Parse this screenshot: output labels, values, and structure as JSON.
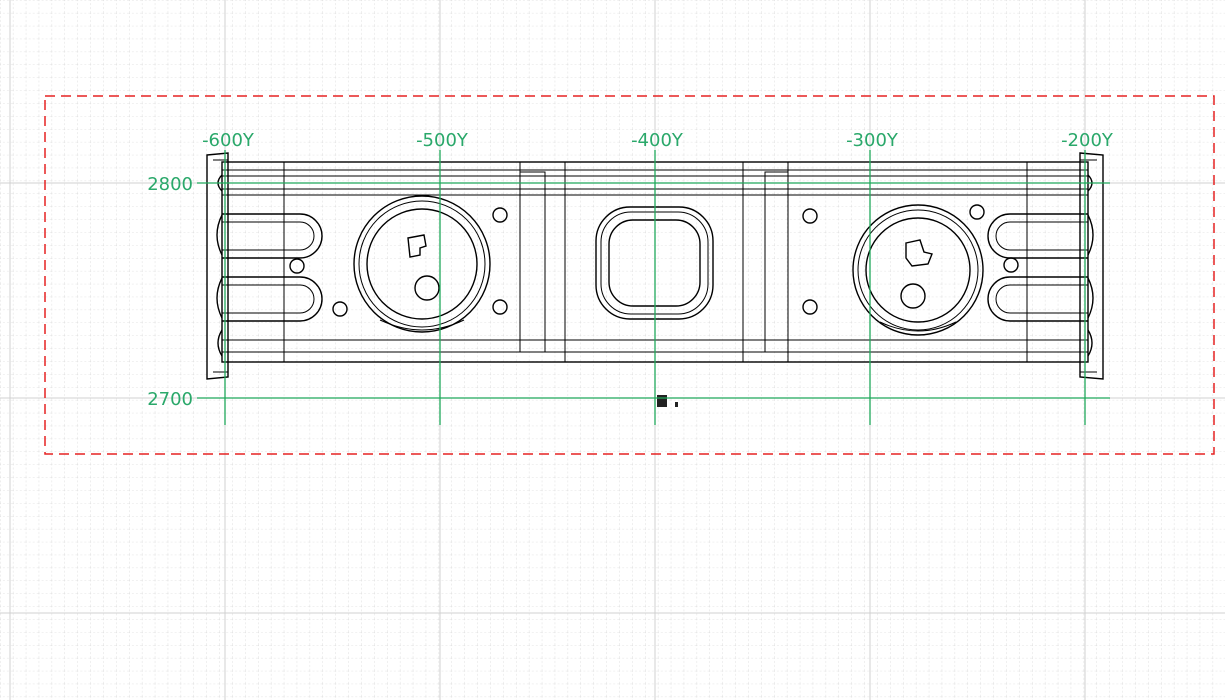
{
  "drawing": {
    "y_stations": [
      "-600Y",
      "-500Y",
      "-400Y",
      "-300Y",
      "-200Y"
    ],
    "z_stations": [
      "2800",
      "2700"
    ],
    "colors": {
      "background": "#ffffff",
      "grid_minor": "#c8c8c8",
      "grid_major": "#d0d0d0",
      "reference_lines": "#1fa85a",
      "labels": "#2aa86a",
      "boundary": "#e52222",
      "part_outline": "#000000"
    }
  }
}
